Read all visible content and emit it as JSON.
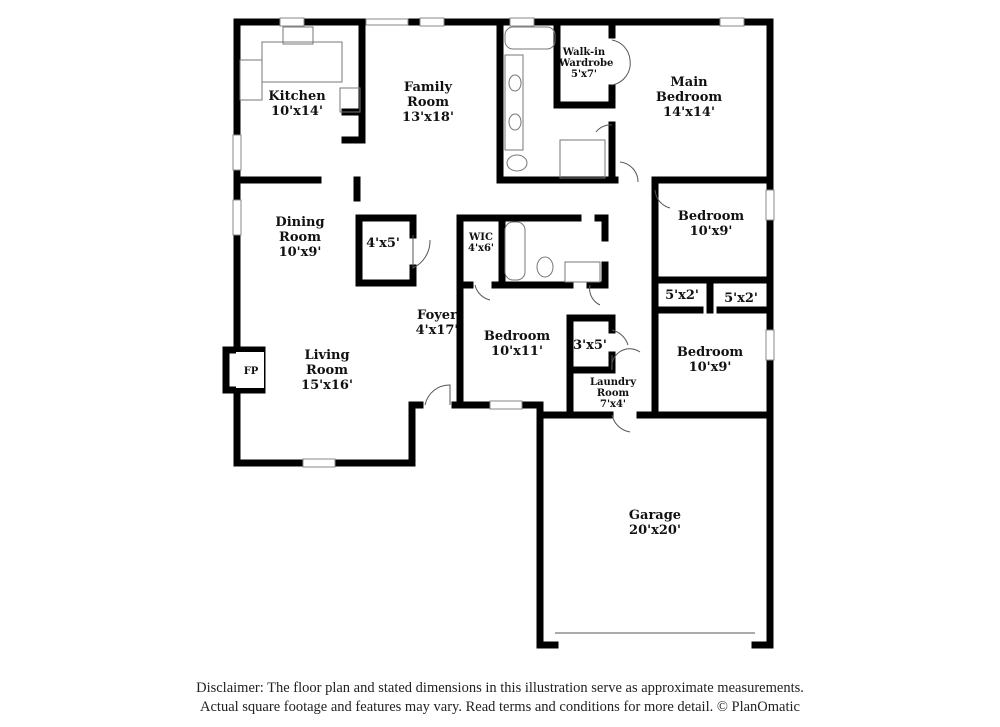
{
  "rooms": {
    "kitchen": {
      "name": "Kitchen",
      "dim": "10'x14'"
    },
    "family": {
      "name": "Family Room",
      "dim": "13'x18'"
    },
    "wardrobe": {
      "name": "Walk-in Wardrobe",
      "dim": "5'x7'"
    },
    "main_bedroom": {
      "name": "Main Bedroom",
      "dim": "14'x14'"
    },
    "dining": {
      "name": "Dining Room",
      "dim": "10'x9'"
    },
    "closet_4x5": {
      "dim": "4'x5'"
    },
    "wic": {
      "name": "WIC",
      "dim": "4'x6'"
    },
    "bedroom_ne": {
      "name": "Bedroom",
      "dim": "10'x9'"
    },
    "closet_a": {
      "dim": "5'x2'"
    },
    "closet_b": {
      "dim": "5'x2'"
    },
    "foyer": {
      "name": "Foyer",
      "dim": "4'x17'"
    },
    "bedroom_mid": {
      "name": "Bedroom",
      "dim": "10'x11'"
    },
    "closet_3x5": {
      "dim": "3'x5'"
    },
    "bedroom_se": {
      "name": "Bedroom",
      "dim": "10'x9'"
    },
    "living": {
      "name": "Living Room",
      "dim": "15'x16'"
    },
    "fireplace": {
      "name": "FP"
    },
    "laundry": {
      "name": "Laundry Room",
      "dim": "7'x4'"
    },
    "garage": {
      "name": "Garage",
      "dim": "20'x20'"
    }
  },
  "disclaimer": {
    "line1": "Disclaimer: The floor plan and stated dimensions in this illustration serve as approximate measurements.",
    "line2": "Actual square footage and features may vary. Read terms and conditions for more detail. © PlanOmatic"
  }
}
